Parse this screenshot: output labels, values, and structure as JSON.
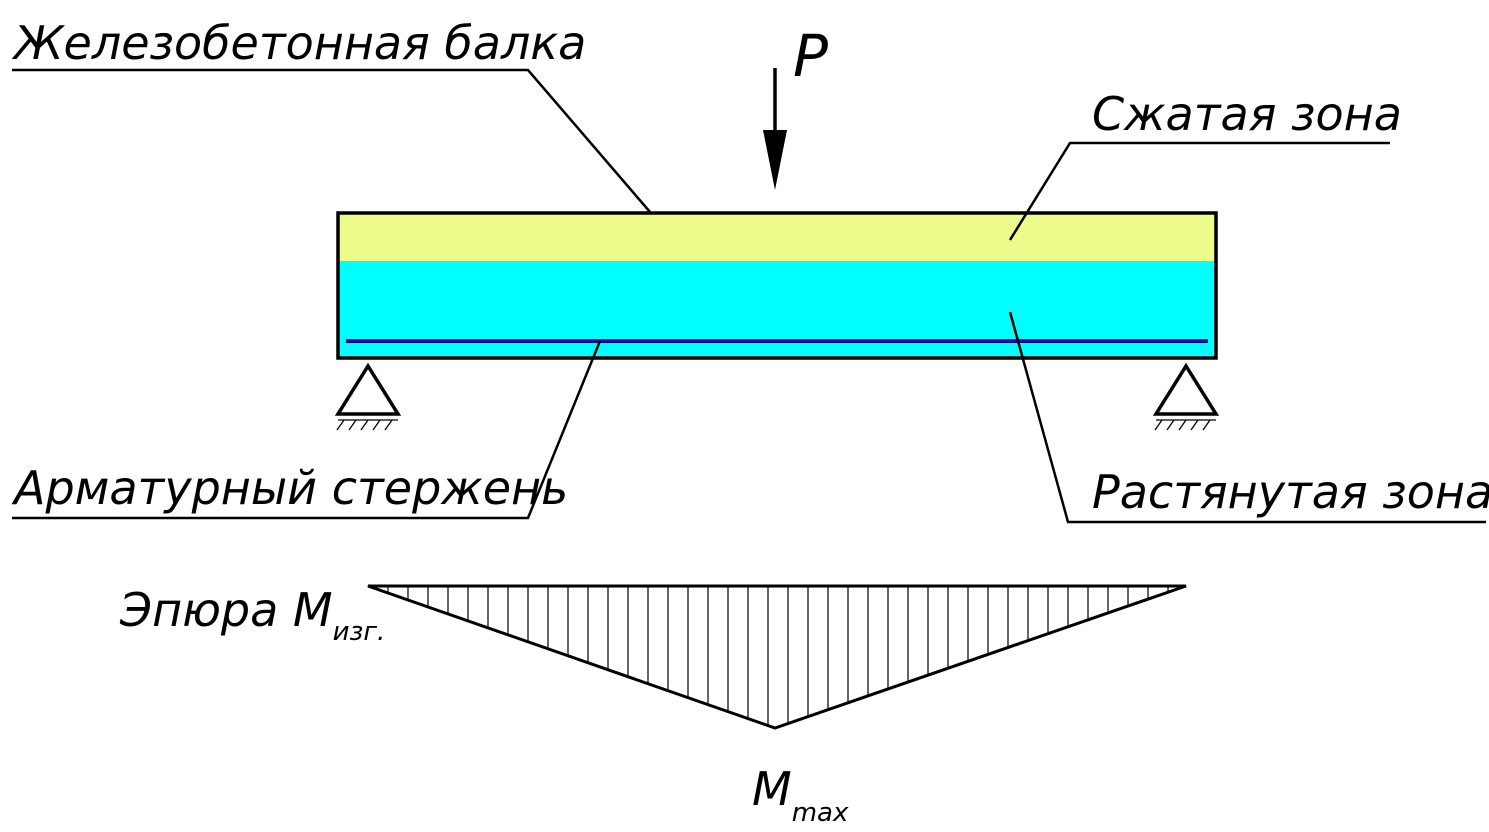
{
  "labels": {
    "beam": "Железобетонная балка",
    "load": "P",
    "compressed_zone": "Сжатая зона",
    "rebar": "Арматурный стержень",
    "tension_zone": "Растянутая зона",
    "moment_diagram_prefix": "Эпюра M",
    "moment_diagram_subscript": "изг.",
    "max_moment_main": "M",
    "max_moment_subscript": "max"
  },
  "colors": {
    "compressed_zone": "#edfa8c",
    "tension_zone": "#00ffff",
    "rebar": "#0a0aa0",
    "outline": "#000000"
  }
}
